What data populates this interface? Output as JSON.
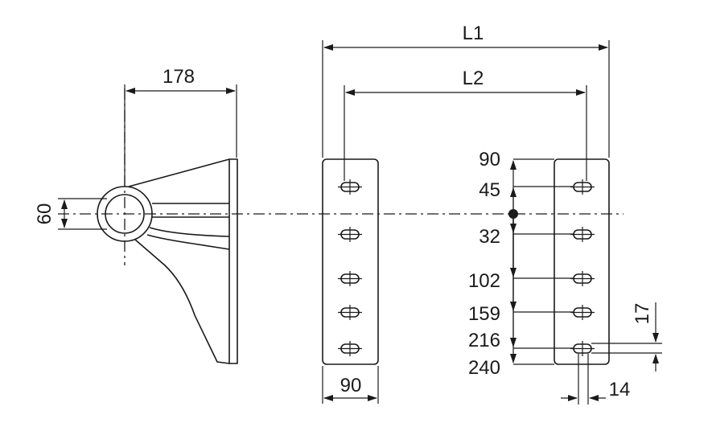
{
  "diagram": {
    "colors": {
      "line": "#1a1a1a",
      "background": "#ffffff"
    },
    "dimensions": {
      "overall_width": "L1",
      "hole_span": "L2",
      "arm_reach": "178",
      "boss_diameter": "60",
      "plate_width": "90",
      "hole_spacing": "14",
      "hole_height": "17"
    },
    "hole_offsets": [
      "90",
      "45",
      "32",
      "102",
      "159",
      "216",
      "240"
    ]
  }
}
